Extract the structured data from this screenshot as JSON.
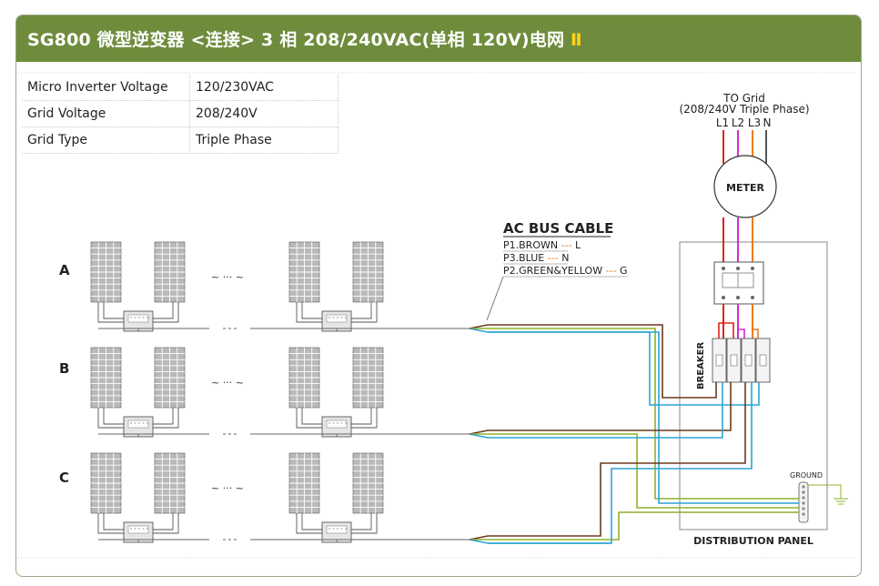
{
  "header": {
    "title": "SG800 微型逆变器 <连接> 3 相 208/240VAC(单相 120V)电网 ",
    "title_roman": "Ⅱ"
  },
  "specs": [
    {
      "label": "Micro Inverter Voltage",
      "value": "120/230VAC"
    },
    {
      "label": "Grid  Voltage",
      "value": "208/240V"
    },
    {
      "label": "Grid Type",
      "value": "Triple Phase"
    }
  ],
  "rows": [
    {
      "label": "A"
    },
    {
      "label": "B"
    },
    {
      "label": "C"
    }
  ],
  "ellipsis": "~ ··· ~",
  "ac_bus": {
    "title": "AC BUS CABLE",
    "lines": [
      {
        "code": "P1.BROWN",
        "dash": "---",
        "conductor": "L"
      },
      {
        "code": "P3.BLUE",
        "dash": "---",
        "conductor": "N"
      },
      {
        "code": "P2.GREEN&YELLOW",
        "dash": "---",
        "conductor": "G"
      }
    ]
  },
  "grid": {
    "title": "TO Grid",
    "subtitle": "(208/240V Triple Phase)",
    "phases": [
      "L1",
      "L2",
      "L3",
      "N"
    ]
  },
  "meter_label": "METER",
  "breaker_label": "BREAKER",
  "ground_label": "GROUND",
  "panel_label": "DISTRIBUTION PANEL",
  "colors": {
    "header_bg": "#6e8c3c",
    "roman": "#ffd21a",
    "brown": "#6b3a1e",
    "blue": "#2aa4d6",
    "green": "#8fb02a",
    "red": "#e0231c",
    "magenta": "#d42cd4",
    "orange": "#ef7a1a"
  }
}
